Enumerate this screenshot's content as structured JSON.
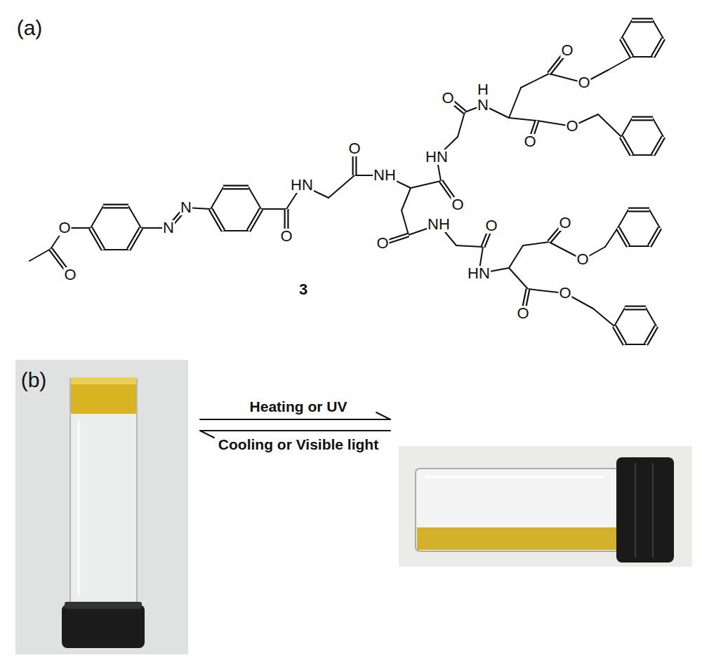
{
  "diagram": {
    "labels": [
      "(a)",
      "O",
      "O",
      "N",
      "N",
      "HN",
      "O",
      "O",
      "NH",
      "HN",
      "O",
      "O",
      "H",
      "N",
      "O",
      "O",
      "O",
      "O",
      "O",
      "NH",
      "O",
      "HN",
      "O",
      "O",
      "3",
      "O",
      "O",
      "(b)",
      "Heating or UV",
      "Cooling or Visible light"
    ]
  }
}
